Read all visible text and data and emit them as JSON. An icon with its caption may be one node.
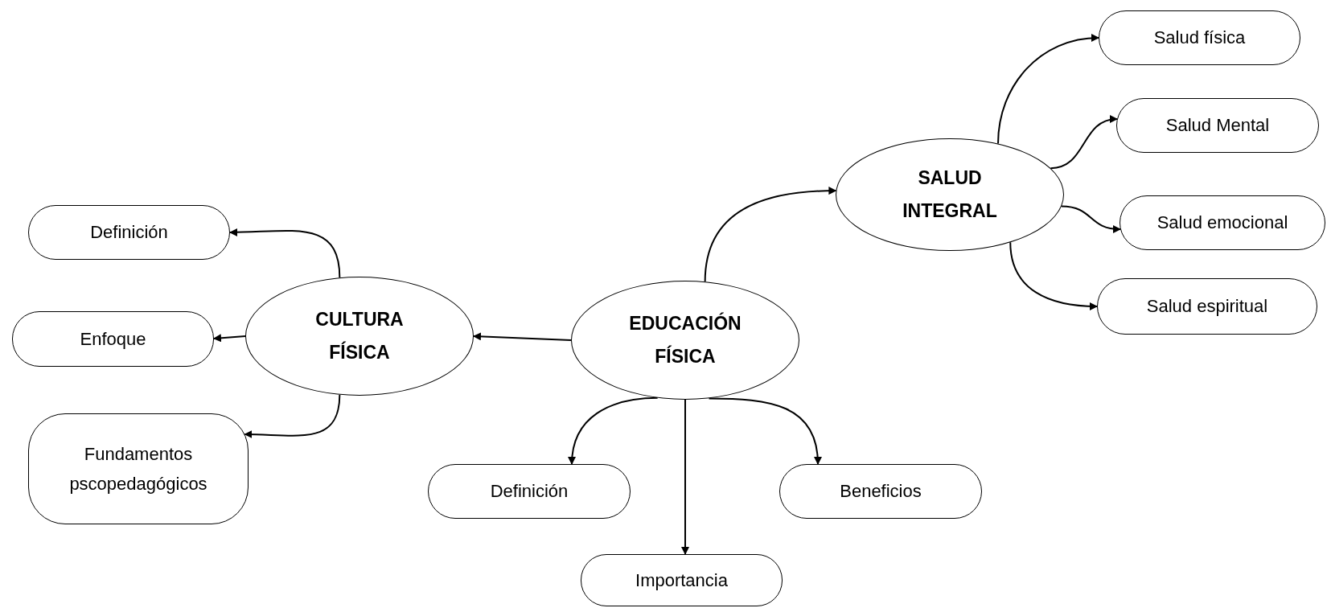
{
  "diagram": {
    "nodes": [
      {
        "text": [
          "EDUCACIÓN FÍSICA"
        ]
      },
      {
        "text": [
          "CULTURA FÍSICA"
        ]
      },
      {
        "text": [
          "SALUD INTEGRAL"
        ]
      },
      {
        "text": [
          "Definición"
        ]
      },
      {
        "text": [
          "Enfoque"
        ]
      },
      {
        "text": [
          "Fundamentos pscopedagógicos"
        ]
      },
      {
        "text": [
          "Definición"
        ]
      },
      {
        "text": [
          "Importancia"
        ]
      },
      {
        "text": [
          "Beneficios"
        ]
      },
      {
        "text": [
          "Salud física"
        ]
      },
      {
        "text": [
          "Salud Mental"
        ]
      },
      {
        "text": [
          "Salud emocional"
        ]
      },
      {
        "text": [
          "Salud espiritual"
        ]
      }
    ],
    "edges": [
      {
        "from": 0,
        "to": 1,
        "arrow": "to"
      },
      {
        "from": 0,
        "to": 2,
        "arrow": "to"
      },
      {
        "from": 1,
        "to": 3,
        "arrow": "to"
      },
      {
        "from": 1,
        "to": 4,
        "arrow": "to"
      },
      {
        "from": 1,
        "to": 5,
        "arrow": "to"
      },
      {
        "from": 0,
        "to": 6,
        "arrow": "to"
      },
      {
        "from": 0,
        "to": 7,
        "arrow": "to"
      },
      {
        "from": 0,
        "to": 8,
        "arrow": "to"
      },
      {
        "from": 2,
        "to": 9,
        "arrow": "to"
      },
      {
        "from": 2,
        "to": 10,
        "arrow": "to"
      },
      {
        "from": 2,
        "to": 11,
        "arrow": "to"
      },
      {
        "from": 2,
        "to": 12,
        "arrow": "to"
      }
    ]
  }
}
